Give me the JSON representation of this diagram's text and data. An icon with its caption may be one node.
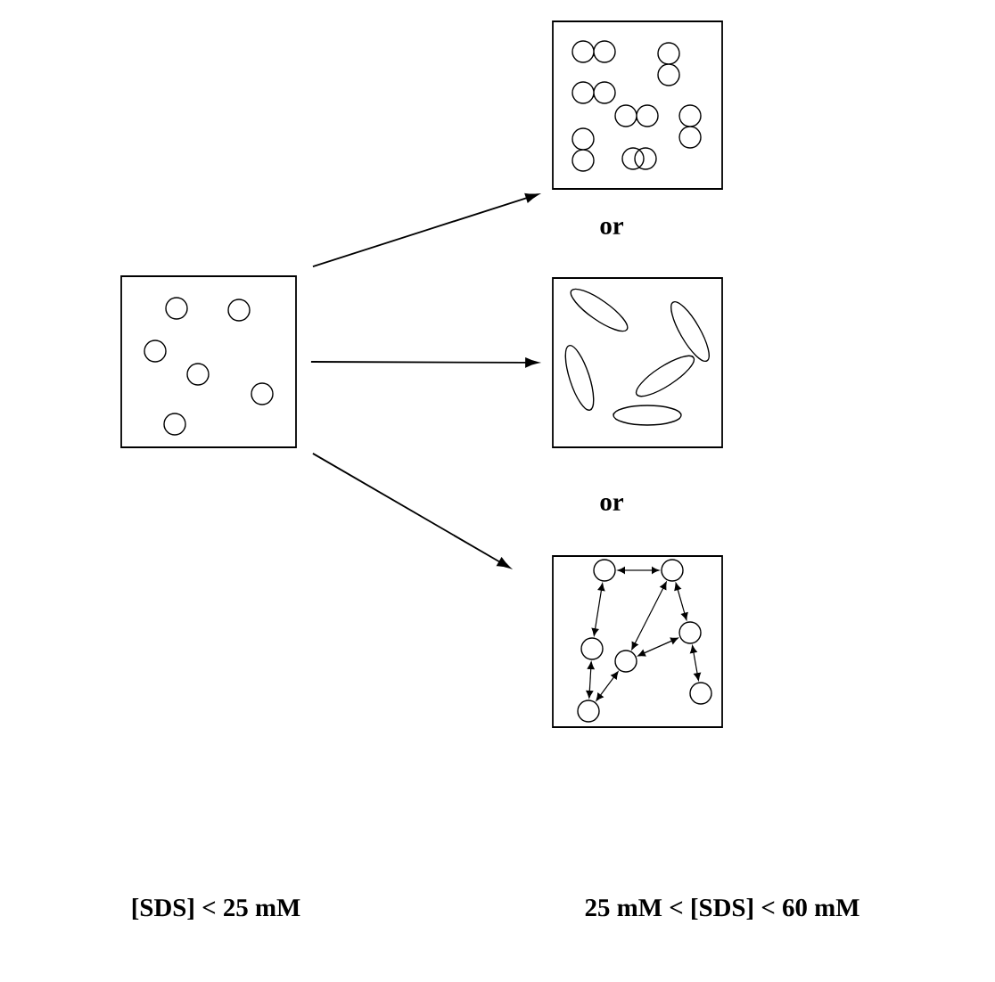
{
  "diagram": {
    "nodes": [
      {
        "text": [],
        "shape": "box"
      },
      {
        "text": [],
        "shape": "box"
      },
      {
        "text": [],
        "shape": "box"
      },
      {
        "text": [],
        "shape": "box"
      }
    ],
    "edges": [
      {
        "from": 0,
        "to": 1,
        "arrow": "to"
      },
      {
        "from": 0,
        "to": 2,
        "arrow": "to"
      },
      {
        "from": 0,
        "to": 3,
        "arrow": "to"
      }
    ],
    "labels": [
      "or",
      "or",
      "[SDS] < 25 mM",
      "25 mM < [SDS] < 60 mM"
    ]
  }
}
